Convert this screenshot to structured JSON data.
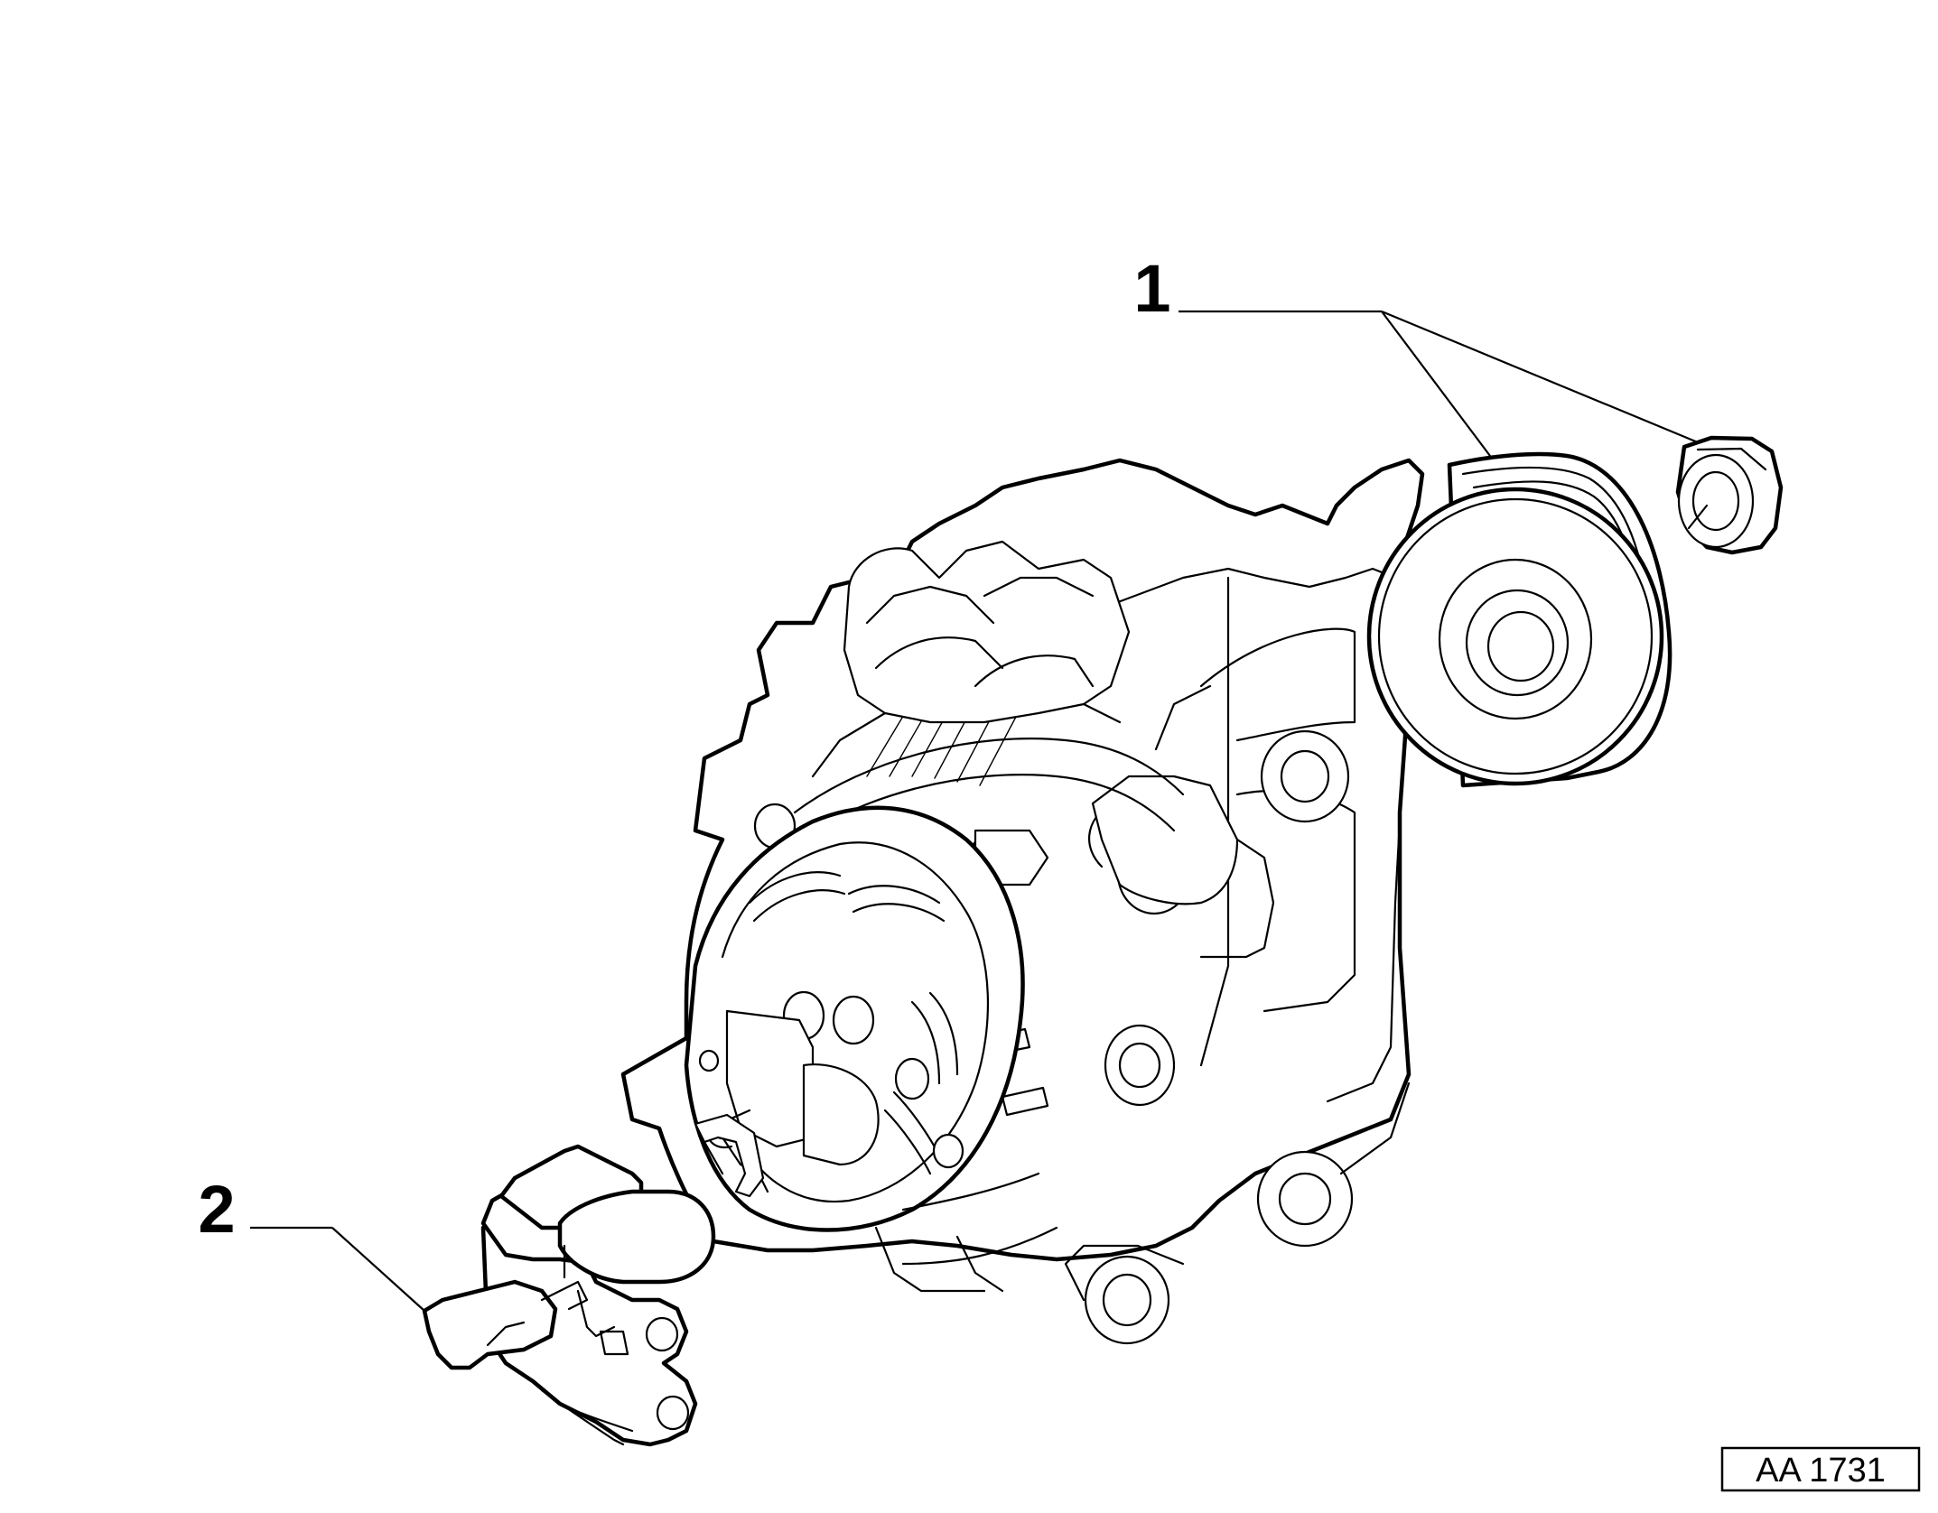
{
  "callouts": [
    {
      "label": "1"
    },
    {
      "label": "2"
    }
  ],
  "reference_code": "AA 1731"
}
